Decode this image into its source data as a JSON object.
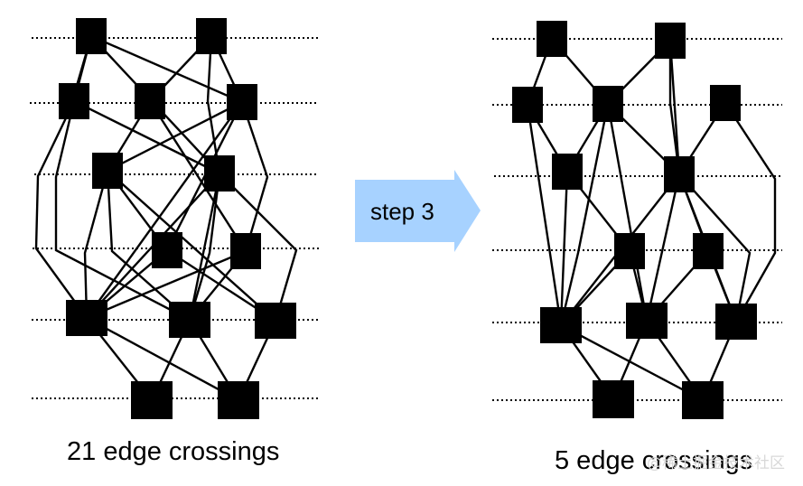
{
  "left_graph": {
    "caption": "21 edge crossings"
  },
  "right_graph": {
    "caption": "5 edge crossings"
  },
  "arrow": {
    "label": "step 3",
    "color": "#a7d2ff"
  },
  "watermark": {
    "text": "@稀土掘金技术社区"
  },
  "colors": {
    "node": "#000000",
    "edge": "#000000",
    "layer_line": "#000000"
  }
}
